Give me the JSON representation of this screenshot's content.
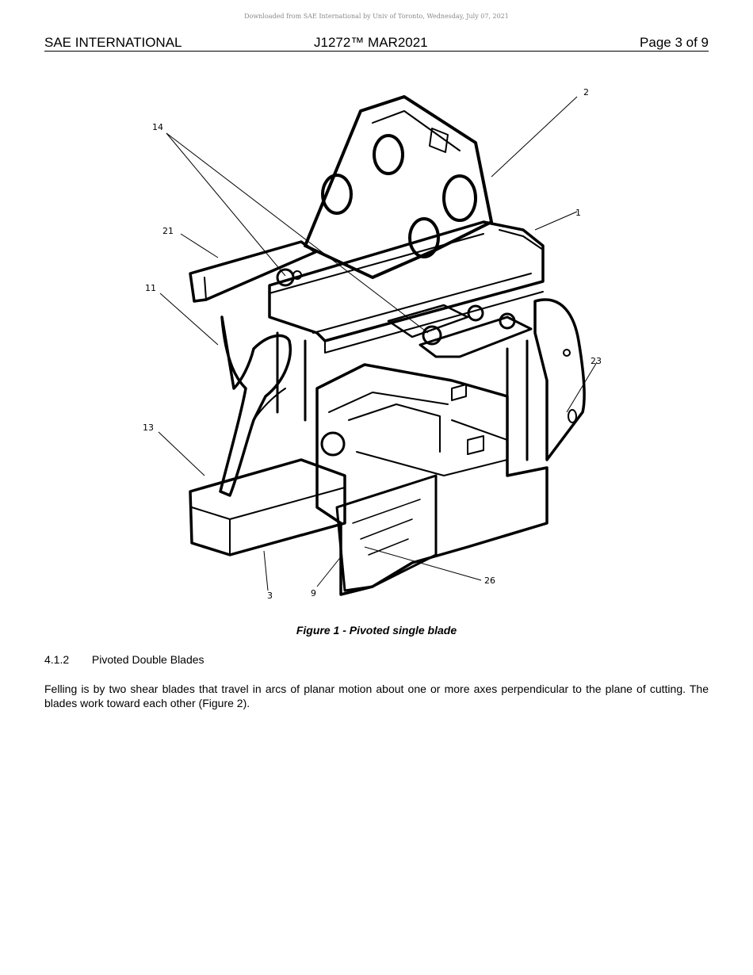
{
  "watermark": "Downloaded from SAE International by Univ of Toronto, Wednesday, July 07, 2021",
  "header": {
    "left": "SAE INTERNATIONAL",
    "center": "J1272™ MAR2021",
    "right": "Page 3 of 9"
  },
  "figure": {
    "callouts": [
      "2",
      "14",
      "1",
      "21",
      "11",
      "23",
      "13",
      "3",
      "9",
      "26"
    ],
    "caption": "Figure 1 - Pivoted single blade"
  },
  "section": {
    "number": "4.1.2",
    "title": "Pivoted Double Blades",
    "paragraph": "Felling is by two shear blades that travel in arcs of planar motion about one or more axes perpendicular to the plane of cutting. The blades work toward each other (Figure 2)."
  }
}
